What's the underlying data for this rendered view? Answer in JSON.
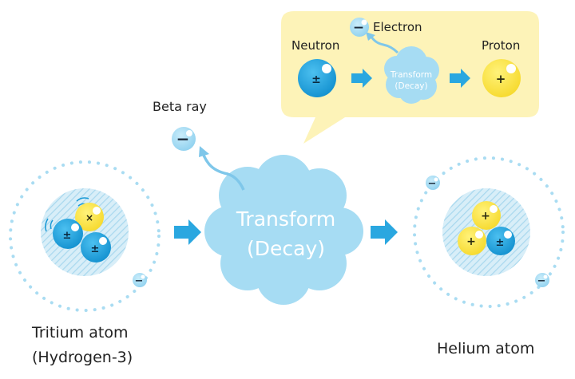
{
  "labels": {
    "beta_ray": "Beta ray",
    "electron": "Electron",
    "neutron": "Neutron",
    "proton": "Proton",
    "transform_small_line1": "Transform",
    "transform_small_line2": "(Decay)",
    "transform_big_line1": "Transform",
    "transform_big_line2": "(Decay)",
    "tritium_line1": "Tritium atom",
    "tritium_line2": "(Hydrogen-3)",
    "helium": "Helium atom"
  },
  "symbols": {
    "electron": "−",
    "proton": "+",
    "neutron": "±",
    "tritium_proton": "×"
  },
  "colors": {
    "neutron": "#1a9ad6",
    "proton": "#ffe34a",
    "electron": "#a9dcf2",
    "cloud": "#a6dcf3",
    "arrow": "#2aa7e0",
    "callout": "#fdf3b8",
    "orbit": "#a9dcf2"
  }
}
